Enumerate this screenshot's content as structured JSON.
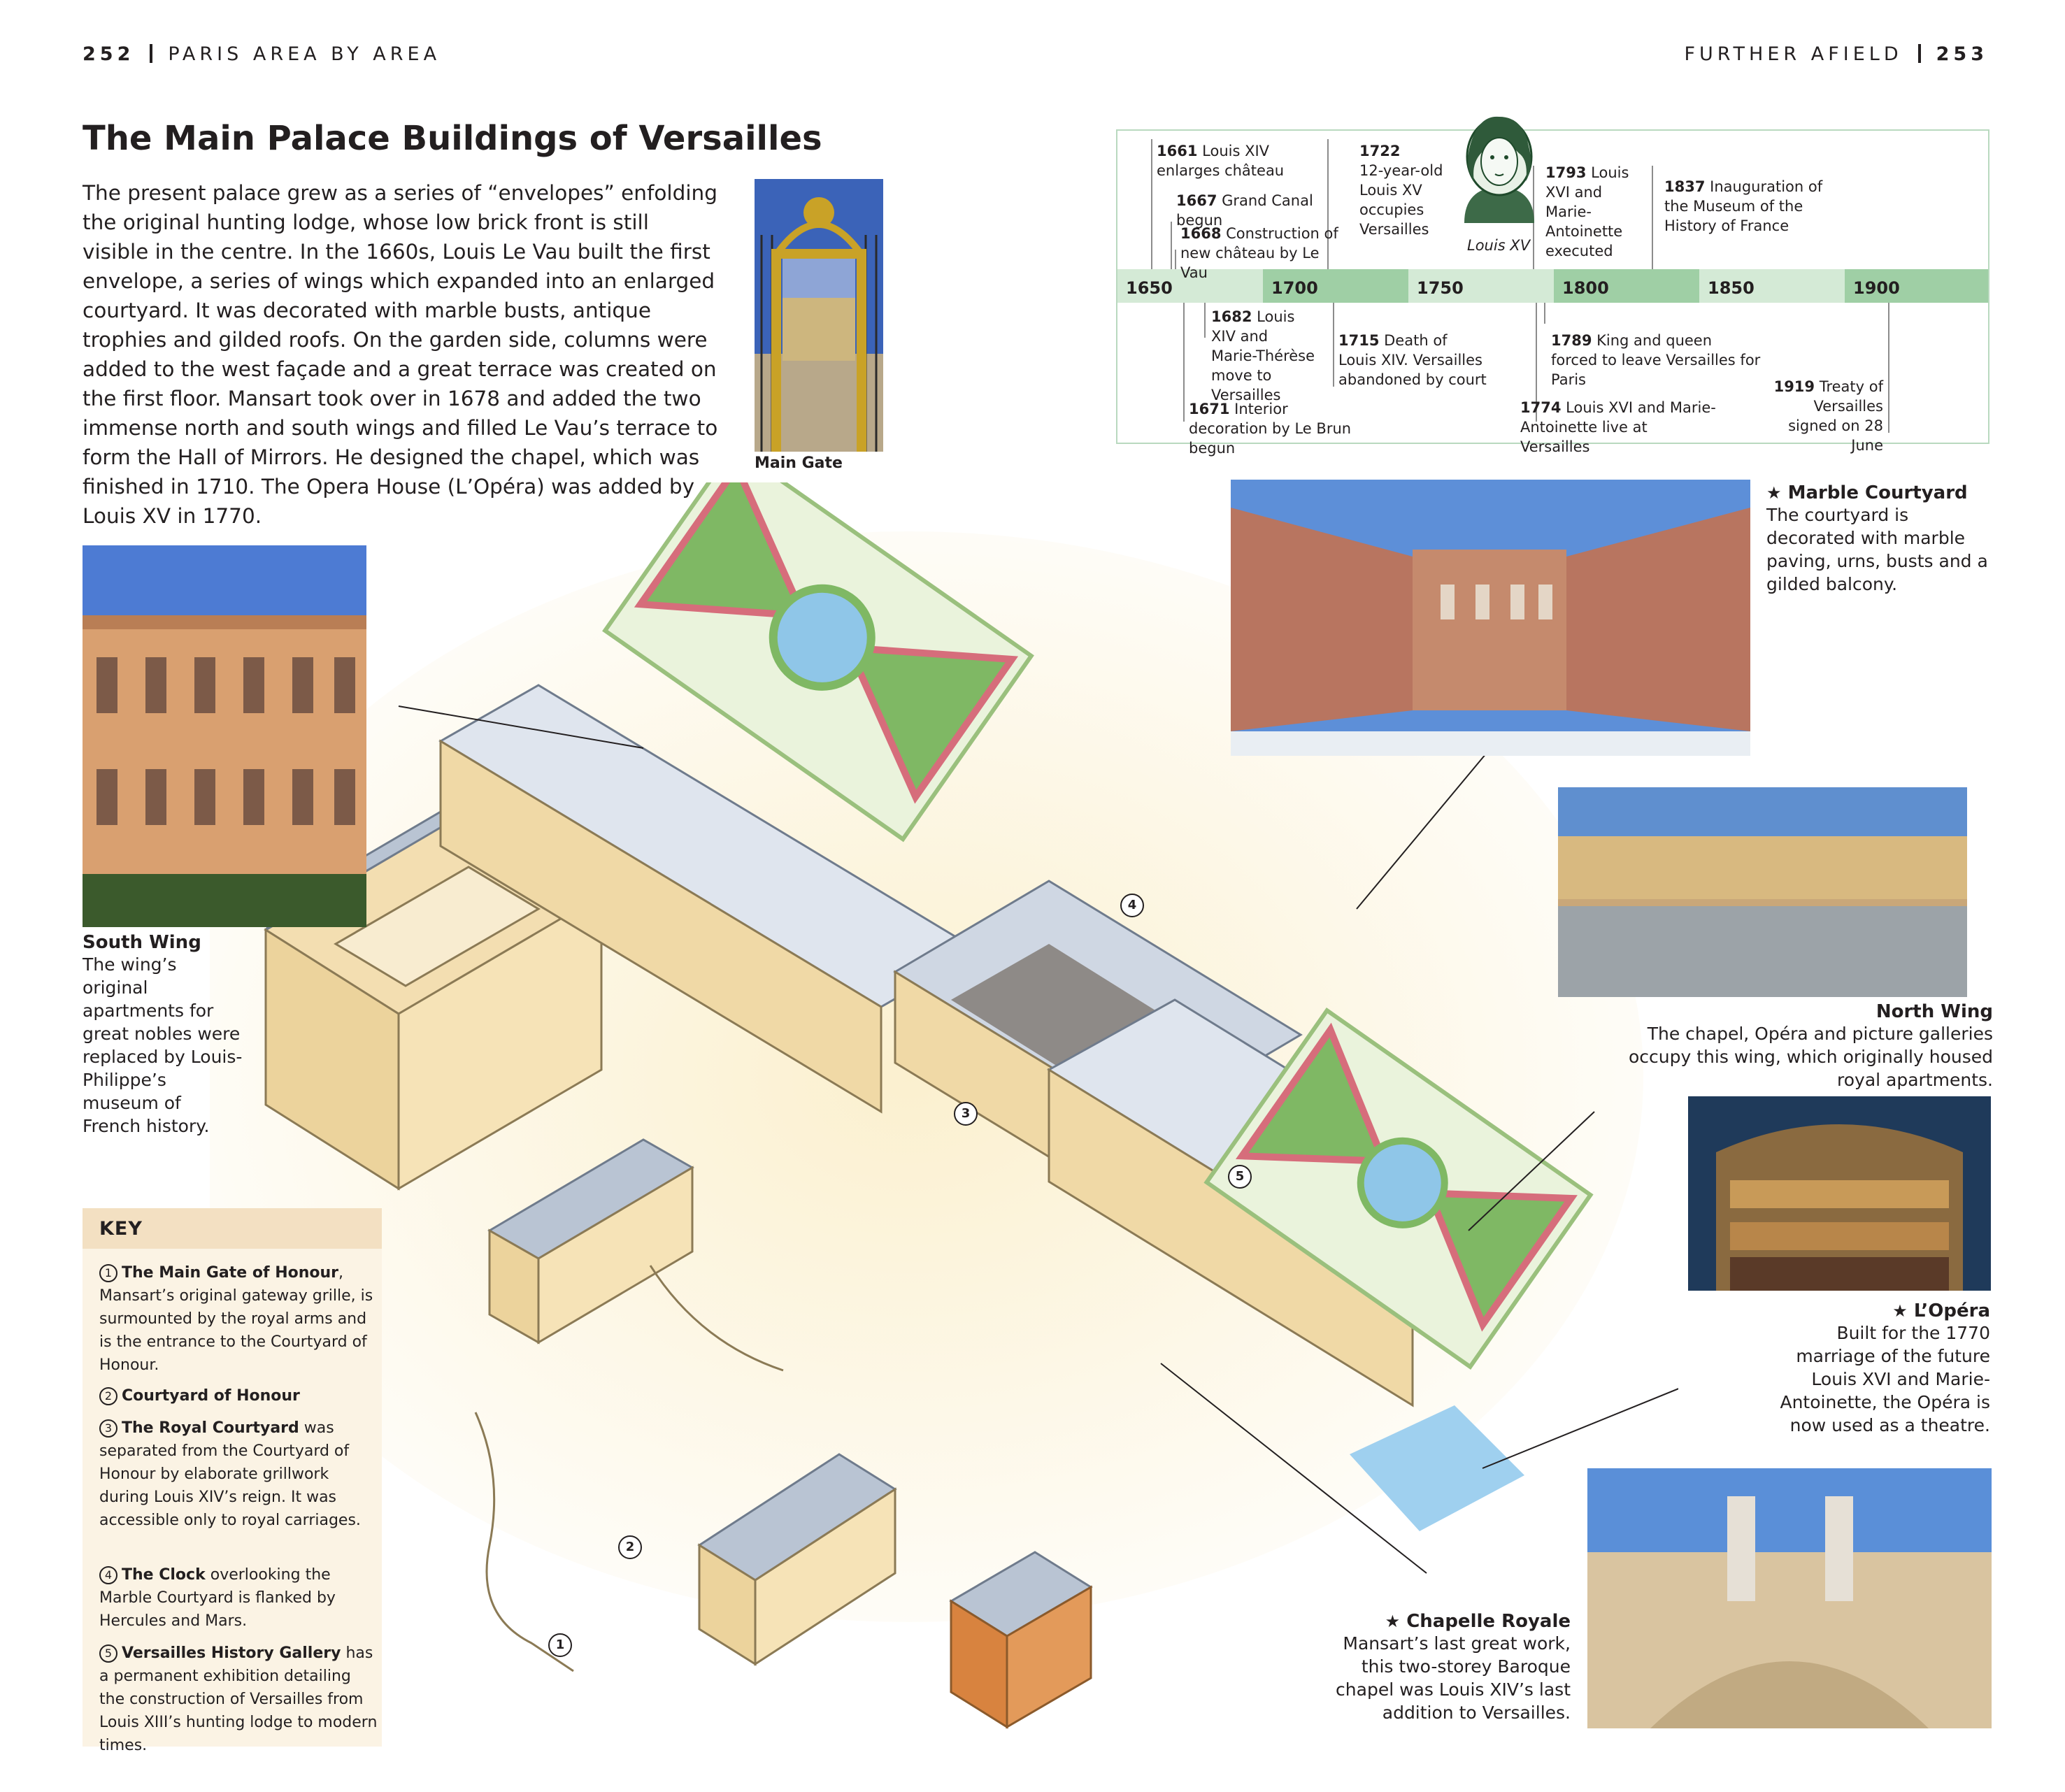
{
  "header": {
    "left_page_number": "252",
    "left_section": "PARIS AREA BY AREA",
    "right_section": "FURTHER AFIELD",
    "right_page_number": "253"
  },
  "title": "The Main Palace Buildings of Versailles",
  "intro": "The present palace grew as a series of “envelopes” enfolding the original hunting lodge, whose low brick front is still visible in the centre. In the 1660s, Louis Le Vau built the first envelope, a series of wings which expanded into an enlarged courtyard. It was decorated with marble busts, antique trophies and gilded roofs. On the garden side, columns were added to the west façade and a great terrace was created on the first floor. Mansart took over in 1678 and added the two immense north and south wings and filled Le Vau’s terrace to form the Hall of Mirrors. He designed the chapel, which was finished in 1710. The Opera House (L’Opéra) was added by Louis XV in 1770.",
  "main_gate": {
    "label": "Main Gate"
  },
  "timeline": {
    "portrait_label": "Louis XV",
    "years": [
      "1650",
      "1700",
      "1750",
      "1800",
      "1850",
      "1900"
    ],
    "events_top": [
      {
        "year": "1661",
        "text": "Louis XIV enlarges château"
      },
      {
        "year": "1667",
        "text": "Grand Canal begun"
      },
      {
        "year": "1668",
        "text": "Construction of new château by Le Vau"
      },
      {
        "year": "1722",
        "text": "12-year-old Louis XV occupies Versailles"
      },
      {
        "year": "1793",
        "text": "Louis XVI and Marie-Antoinette executed"
      },
      {
        "year": "1837",
        "text": "Inauguration of the Museum of the History of France"
      }
    ],
    "events_bottom": [
      {
        "year": "1682",
        "text": "Louis XIV and Marie-Thérèse move to Versailles"
      },
      {
        "year": "1715",
        "text": "Death of Louis XIV. Versailles abandoned by court"
      },
      {
        "year": "1671",
        "text": "Interior decoration by Le Brun begun"
      },
      {
        "year": "1789",
        "text": "King and queen forced to leave Versailles for Paris"
      },
      {
        "year": "1774",
        "text": "Louis XVI and Marie-Antoinette live at Versailles"
      },
      {
        "year": "1919",
        "text": "Treaty of Versailles signed on 28 June"
      }
    ]
  },
  "captions": {
    "marble_courtyard": {
      "title": "Marble Courtyard",
      "text": "The courtyard is decorated with marble paving, urns, busts and a gilded balcony."
    },
    "south_wing": {
      "title": "South Wing",
      "text": "The wing’s original apartments for great nobles were replaced by Louis-Philippe’s museum of French history."
    },
    "north_wing": {
      "title": "North Wing",
      "text": "The chapel, Opéra and picture galleries occupy this wing, which originally housed royal apartments."
    },
    "opera": {
      "title": "L’Opéra",
      "text": "Built for the 1770 marriage of the future Louis XVI and Marie-Antoinette, the Opéra is now used as a theatre."
    },
    "chapelle": {
      "title": "Chapelle Royale",
      "text": "Mansart’s last great work, this two-storey Baroque chapel was Louis XIV’s last addition to Versailles."
    }
  },
  "star_glyph": "★",
  "key": {
    "title": "KEY",
    "items": [
      {
        "num": "1",
        "bold": "The Main Gate of Honour",
        "text": ", Mansart’s original gateway grille, is surmounted by the royal arms and is the entrance to the Courtyard of Honour."
      },
      {
        "num": "2",
        "bold": "Courtyard of Honour",
        "text": ""
      },
      {
        "num": "3",
        "bold": "The Royal Courtyard",
        "text": " was separated from the Courtyard of Honour by elaborate grillwork during Louis XIV’s reign. It was accessible only to royal carriages."
      },
      {
        "num": "4",
        "bold": "The Clock",
        "text": " overlooking the Marble Courtyard is flanked by Hercules and Mars."
      },
      {
        "num": "5",
        "bold": "Versailles History Gallery",
        "text": " has a permanent exhibition detailing the construction of Versailles from Louis XIII’s hunting lodge to modern times."
      }
    ]
  },
  "map_numbers": [
    "1",
    "2",
    "3",
    "4",
    "5"
  ],
  "colors": {
    "text": "#231f20",
    "timeline_green_light": "#d4ead6",
    "timeline_green_dark": "#9fcfa5",
    "key_header": "#f3e0c2",
    "key_bg": "#fbf3e4",
    "stone": "#f3deb1",
    "roof": "#b9c4d3"
  }
}
